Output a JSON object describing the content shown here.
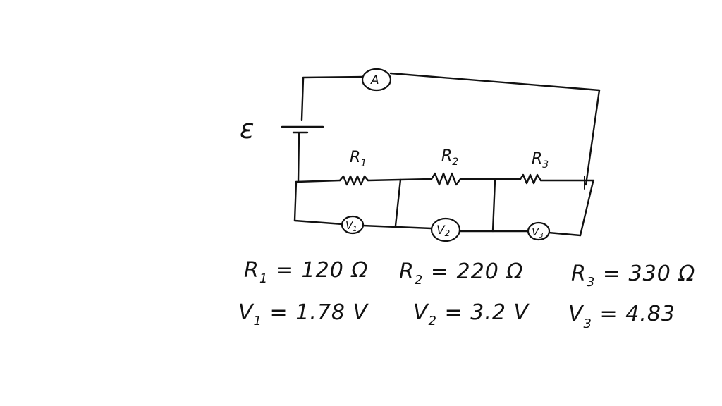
{
  "circuit": {
    "emf_symbol": "ε",
    "ammeter_label": "A",
    "resistors": [
      {
        "name": "R",
        "sub": "1"
      },
      {
        "name": "R",
        "sub": "2"
      },
      {
        "name": "R",
        "sub": "3"
      }
    ],
    "voltmeters": [
      {
        "name": "V",
        "sub": "1"
      },
      {
        "name": "V",
        "sub": "2"
      },
      {
        "name": "V",
        "sub": "3"
      }
    ]
  },
  "values": {
    "resistances": [
      {
        "label": "R",
        "sub": "1",
        "rhs": " = 120 Ω"
      },
      {
        "label": "R",
        "sub": "2",
        "rhs": " = 220 Ω"
      },
      {
        "label": "R",
        "sub": "3",
        "rhs": " = 330 Ω"
      }
    ],
    "voltages": [
      {
        "label": "V",
        "sub": "1",
        "rhs": " =  1.78 V"
      },
      {
        "label": "V",
        "sub": "2",
        "rhs": " = 3.2 V"
      },
      {
        "label": "V",
        "sub": "3",
        "rhs": " = 4.83"
      }
    ]
  }
}
